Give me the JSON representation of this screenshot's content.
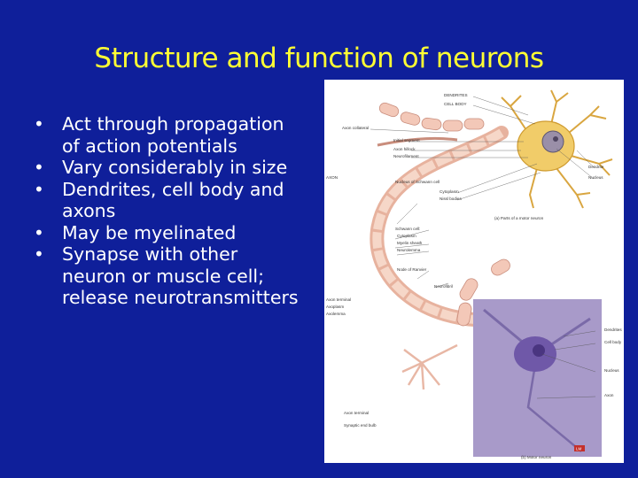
{
  "slide": {
    "title": "Structure and function of neurons",
    "bullets": [
      "Act through propagation of action potentials",
      "Vary considerably in size",
      "Dendrites, cell body and axons",
      "May be myelinated",
      "Synapse with other neuron or muscle cell; release neurotransmitters"
    ],
    "bullet_glyph": "•"
  },
  "figure": {
    "labels": {
      "dendrites": "DENDRITES",
      "cell_body": "CELL BODY",
      "axon_collateral": "Axon collateral",
      "initial_segment": "Initial segment",
      "axon_hillock": "Axon hillock",
      "neurofilament": "Neurofilament",
      "axon": "AXON",
      "dendrite": "Dendrite",
      "nucleus": "Nucleus",
      "cytoplasm": "Cytoplasm",
      "nissl_bodies": "Nissl bodies",
      "nucleus_schwann": "Nucleus of Schwann cell",
      "caption_a": "(a) Parts of a motor neuron",
      "schwann_cell": "Schwann cell:",
      "sc_cytoplasm": "Cytoplasm",
      "myelin_sheath": "Myelin sheath",
      "neurolemma": "Neurolemma",
      "node_ranvier": "Node of Ranvier",
      "neurofibril": "Neurofibril",
      "axon_terminal_top": "Axon terminal",
      "axoplasm": "Axoplasm",
      "axolemma": "Axolemma",
      "axon_terminal": "Axon terminal",
      "synaptic_end_bulb": "Synaptic end bulb",
      "micro_dendrite": "Dendrites",
      "micro_cell_body": "Cell body",
      "micro_nucleus": "Nucleus",
      "micro_axon": "Axon",
      "lm_badge": "LM",
      "caption_b": "(b) Motor neuron"
    }
  }
}
